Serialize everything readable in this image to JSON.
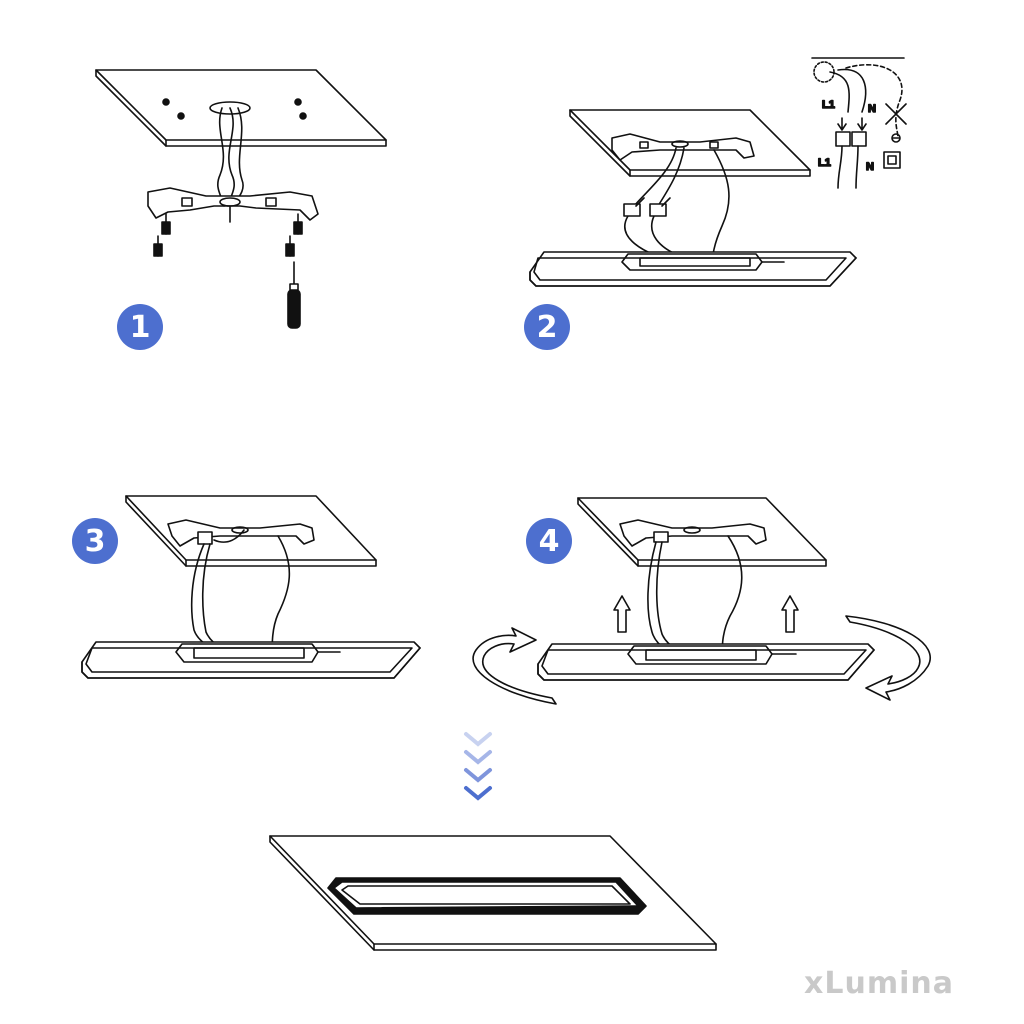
{
  "steps": [
    {
      "number": "1"
    },
    {
      "number": "2"
    },
    {
      "number": "3"
    },
    {
      "number": "4"
    }
  ],
  "wiring_labels": {
    "live_top": "L1",
    "neutral_top": "N",
    "live_bottom": "L1",
    "neutral_bottom": "N"
  },
  "brand": "xLumina",
  "colors": {
    "badge": "#4d6fcf",
    "line": "#111111",
    "arrow_fill": "#ffffff",
    "brand_text": "#c9c9c9"
  },
  "icons": [
    "screw-icon",
    "screwdriver-icon",
    "connector-icon",
    "earth-symbol-icon",
    "double-insulation-icon",
    "rotate-arrow-icon",
    "up-arrow-icon",
    "chevron-down-icon"
  ]
}
